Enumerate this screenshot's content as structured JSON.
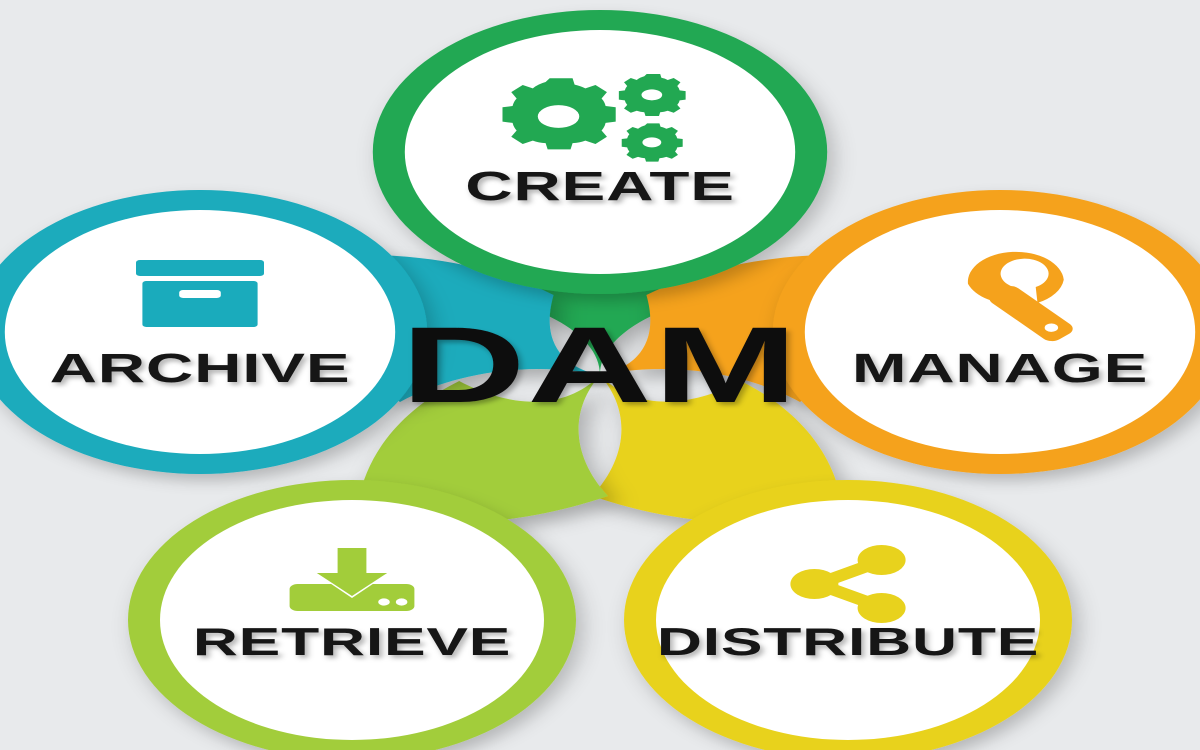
{
  "diagram": {
    "title": "DAM",
    "center_label": "DAM",
    "background_color": "#e8eaec",
    "type": "circular-petal-cycle",
    "node_count": 5,
    "nodes": [
      {
        "id": "create",
        "label": "CREATE",
        "icon": "gears-icon",
        "color": "#22a852",
        "angle_deg": -90,
        "position": "top"
      },
      {
        "id": "manage",
        "label": "MANAGE",
        "icon": "wrench-icon",
        "color": "#f5a21c",
        "angle_deg": -18,
        "position": "right"
      },
      {
        "id": "distribute",
        "label": "DISTRIBUTE",
        "icon": "share-icon",
        "color": "#e8d21d",
        "angle_deg": 54,
        "position": "bottom-right"
      },
      {
        "id": "retrieve",
        "label": "RETRIEVE",
        "icon": "download-tray-icon",
        "color": "#a2cd3a",
        "angle_deg": 126,
        "position": "bottom-left"
      },
      {
        "id": "archive",
        "label": "ARCHIVE",
        "icon": "archive-box-icon",
        "color": "#1aabbc",
        "angle_deg": 198,
        "position": "left"
      }
    ]
  }
}
